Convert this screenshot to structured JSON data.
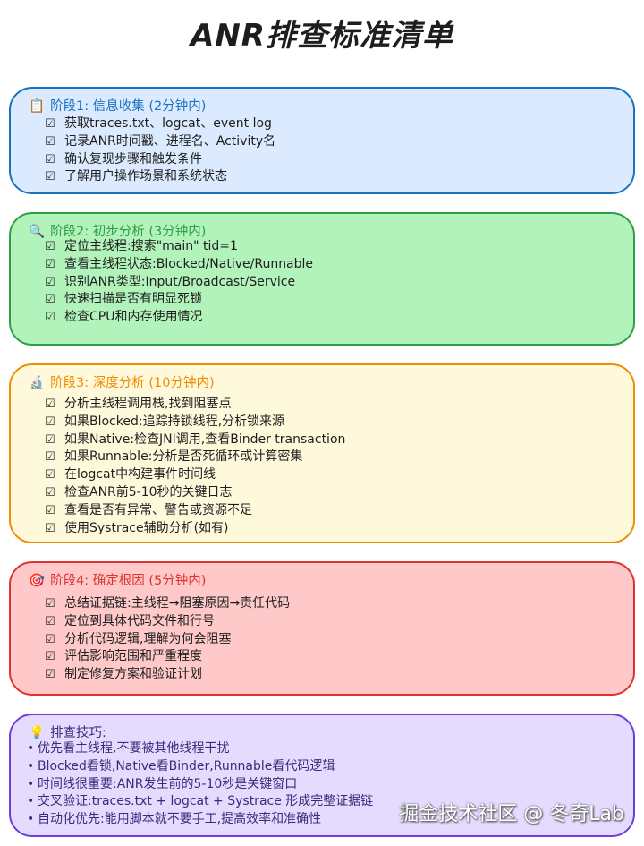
{
  "title": "ANR排查标准清单",
  "sections": [
    {
      "icon": "clipboard-icon",
      "icon_glyph": "📋",
      "header": "阶段1: 信息收集 (2分钟内)",
      "color": "#1971c2",
      "fill": "#dbeafe",
      "items": [
        "获取traces.txt、logcat、event log",
        "记录ANR时间戳、进程名、Activity名",
        "确认复现步骤和触发条件",
        "了解用户操作场景和系统状态"
      ]
    },
    {
      "icon": "magnifier-icon",
      "icon_glyph": "🔍",
      "header": "阶段2: 初步分析 (3分钟内)",
      "color": "#2f9e44",
      "fill": "#b2f2bb",
      "items": [
        "定位主线程:搜索\"main\" tid=1",
        "查看主线程状态:Blocked/Native/Runnable",
        "识别ANR类型:Input/Broadcast/Service",
        "快速扫描是否有明显死锁",
        "检查CPU和内存使用情况"
      ]
    },
    {
      "icon": "microscope-icon",
      "icon_glyph": "🔬",
      "header": "阶段3: 深度分析 (10分钟内)",
      "color": "#f08c00",
      "fill": "#fff9db",
      "items": [
        "分析主线程调用栈,找到阻塞点",
        "如果Blocked:追踪持锁线程,分析锁来源",
        "如果Native:检查JNI调用,查看Binder transaction",
        "如果Runnable:分析是否死循环或计算密集",
        "在logcat中构建事件时间线",
        "检查ANR前5-10秒的关键日志",
        "查看是否有异常、警告或资源不足",
        "使用Systrace辅助分析(如有)"
      ]
    },
    {
      "icon": "target-icon",
      "icon_glyph": "🎯",
      "header": "阶段4: 确定根因 (5分钟内)",
      "color": "#e03131",
      "fill": "#ffc9c9",
      "items": [
        "总结证据链:主线程→阻塞原因→责任代码",
        "定位到具体代码文件和行号",
        "分析代码逻辑,理解为何会阻塞",
        "评估影响范围和严重程度",
        "制定修复方案和验证计划"
      ]
    }
  ],
  "tips": {
    "icon": "lightbulb-icon",
    "icon_glyph": "💡",
    "header": "排查技巧:",
    "color": "#6741d9",
    "fill": "#e5dbff",
    "items": [
      "优先看主线程,不要被其他线程干扰",
      "Blocked看锁,Native看Binder,Runnable看代码逻辑",
      "时间线很重要:ANR发生前的5-10秒是关键窗口",
      "交叉验证:traces.txt + logcat + Systrace 形成完整证据链",
      "自动化优先:能用脚本就不要手工,提高效率和准确性"
    ]
  },
  "checkbox_glyph": "☑",
  "bullet_glyph": "•",
  "watermark": "掘金技术社区 @ 冬奇Lab"
}
